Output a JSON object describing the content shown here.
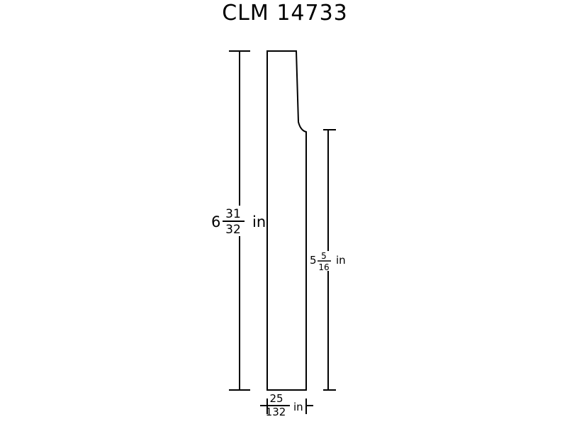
{
  "drawing": {
    "title": "CLM 14733",
    "total_height": {
      "whole": "6",
      "numerator": "31",
      "denominator": "32",
      "unit": "in"
    },
    "lower_height": {
      "whole": "5",
      "numerator": "5",
      "denominator": "16",
      "unit": "in"
    },
    "bottom_width": {
      "numerator": "25",
      "denominator": "132",
      "unit": "in"
    },
    "colors": {
      "line": "#000000",
      "background": "#ffffff"
    }
  }
}
